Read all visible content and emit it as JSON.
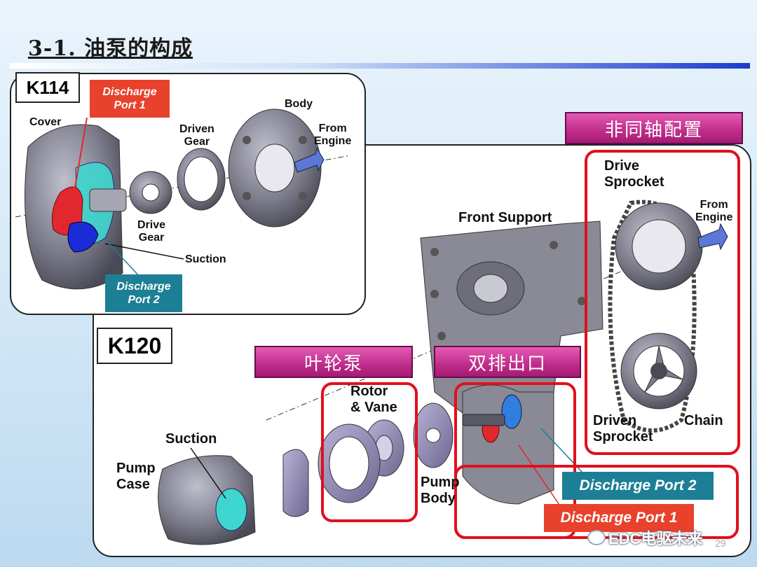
{
  "title": "3-1. 油泵的构成",
  "k114": {
    "tag": "K114",
    "labels": {
      "cover": "Cover",
      "driven_gear": "Driven\nGear",
      "body": "Body",
      "from_engine": "From\nEngine",
      "drive_gear": "Drive\nGear",
      "suction": "Suction"
    },
    "discharge_port_1": "Discharge\nPort 1",
    "discharge_port_2": "Discharge\nPort 2"
  },
  "k120": {
    "tag": "K120",
    "banners": {
      "non_coaxial": "非同轴配置",
      "vane_pump": "叶轮泵",
      "dual_outlet": "双排出口"
    },
    "labels": {
      "front_support": "Front Support",
      "drive_sprocket": "Drive\nSprocket",
      "from_engine": "From\nEngine",
      "driven_sprocket": "Driven\nSprocket",
      "chain": "Chain",
      "rotor_vane": "Rotor\n& Vane",
      "suction": "Suction",
      "pump_case": "Pump\nCase",
      "pump_body": "Pump\nBody"
    },
    "discharge_port_2": "Discharge Port 2",
    "discharge_port_1": "Discharge Port 1"
  },
  "watermark": "EDC电驱未来",
  "page_number": "29",
  "colors": {
    "banner": "#bf2c8a",
    "callout_red": "#e8412c",
    "callout_teal": "#1d7f96",
    "highlight": "#e0101c",
    "title_rule": "#1b3bd0"
  }
}
